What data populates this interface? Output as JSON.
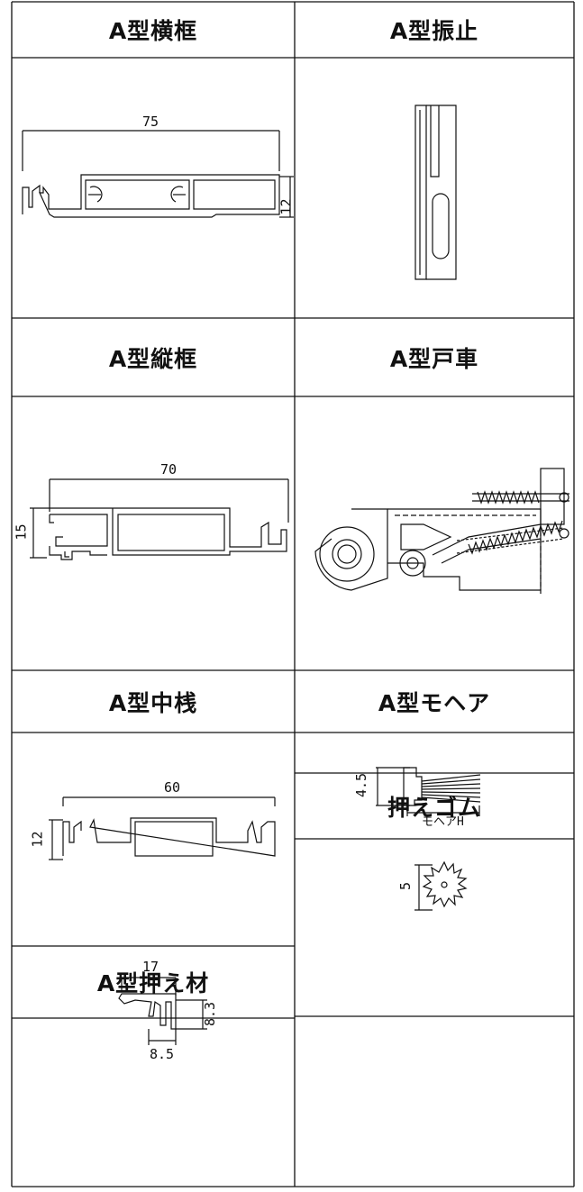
{
  "panels": {
    "a_yokowaku": {
      "title": "A型横框",
      "width_dim": "75",
      "height_dim": "12"
    },
    "a_furedome": {
      "title": "A型振止"
    },
    "a_tatewaku": {
      "title": "A型縦框",
      "width_dim": "70",
      "height_dim": "15"
    },
    "a_tosha": {
      "title": "A型戸車"
    },
    "a_nakasan": {
      "title": "A型中桟",
      "width_dim": "60",
      "height_dim": "12"
    },
    "a_mohair": {
      "title": "A型モヘア",
      "height_dim": "4.5",
      "length_label": "モヘアH"
    },
    "osae_gomu": {
      "title": "押えゴム",
      "height_dim": "5"
    },
    "a_osaezai": {
      "title": "A型押え材",
      "width_dim": "17",
      "height_dim": "8.3",
      "bottom_dim": "8.5"
    }
  },
  "colors": {
    "line": "#111111",
    "background": "#ffffff"
  }
}
